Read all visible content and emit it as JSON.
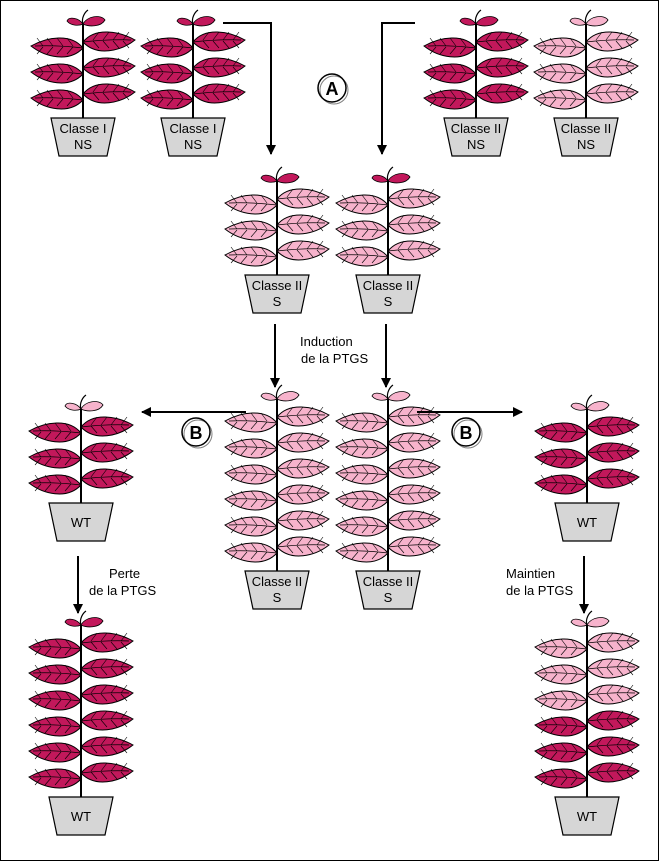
{
  "colors": {
    "dark": "#c2185b",
    "light": "#f7b3cc",
    "pot": "#d6d6d6",
    "line": "#000000"
  },
  "step_labels": {
    "A": "A",
    "B_left": "B",
    "B_right": "B"
  },
  "captions": {
    "induction": [
      "Induction",
      "de la PTGS"
    ],
    "perte": [
      "Perte",
      "de la PTGS"
    ],
    "maintien": [
      "Maintien",
      "de la PTGS"
    ]
  },
  "plants": [
    {
      "id": "classe-i-ns-1",
      "pot": [
        "Classe I",
        "NS"
      ],
      "pairs": [
        "dark",
        "dark",
        "dark"
      ],
      "top": "dark"
    },
    {
      "id": "classe-i-ns-2",
      "pot": [
        "Classe I",
        "NS"
      ],
      "pairs": [
        "dark",
        "dark",
        "dark"
      ],
      "top": "dark"
    },
    {
      "id": "classe-ii-ns-1",
      "pot": [
        "Classe II",
        "NS"
      ],
      "pairs": [
        "dark",
        "dark",
        "dark"
      ],
      "top": "dark"
    },
    {
      "id": "classe-ii-ns-2",
      "pot": [
        "Classe II",
        "NS"
      ],
      "pairs": [
        "light",
        "light",
        "light"
      ],
      "top": "light"
    },
    {
      "id": "classe-ii-s-1",
      "pot": [
        "Classe II",
        "S"
      ],
      "pairs": [
        "light",
        "light",
        "light"
      ],
      "top": "dark"
    },
    {
      "id": "classe-ii-s-2",
      "pot": [
        "Classe II",
        "S"
      ],
      "pairs": [
        "light",
        "light",
        "light"
      ],
      "top": "dark"
    },
    {
      "id": "wt-left",
      "pot": [
        "WT"
      ],
      "pairs": [
        "dark",
        "dark",
        "dark"
      ],
      "top": "light"
    },
    {
      "id": "classe-ii-s-3",
      "pot": [
        "Classe II",
        "S"
      ],
      "pairs": [
        "light",
        "light",
        "light",
        "light",
        "light",
        "light"
      ],
      "top": "light"
    },
    {
      "id": "classe-ii-s-4",
      "pot": [
        "Classe II",
        "S"
      ],
      "pairs": [
        "light",
        "light",
        "light",
        "light",
        "light",
        "light"
      ],
      "top": "light"
    },
    {
      "id": "wt-right",
      "pot": [
        "WT"
      ],
      "pairs": [
        "dark",
        "dark",
        "dark"
      ],
      "top": "light"
    },
    {
      "id": "wt-bottom-left",
      "pot": [
        "WT"
      ],
      "pairs": [
        "dark",
        "dark",
        "dark",
        "dark",
        "dark",
        "dark"
      ],
      "top": "dark"
    },
    {
      "id": "wt-bottom-right",
      "pot": [
        "WT"
      ],
      "pairs": [
        "light",
        "light",
        "light",
        "dark",
        "dark",
        "dark"
      ],
      "top": "light"
    }
  ]
}
